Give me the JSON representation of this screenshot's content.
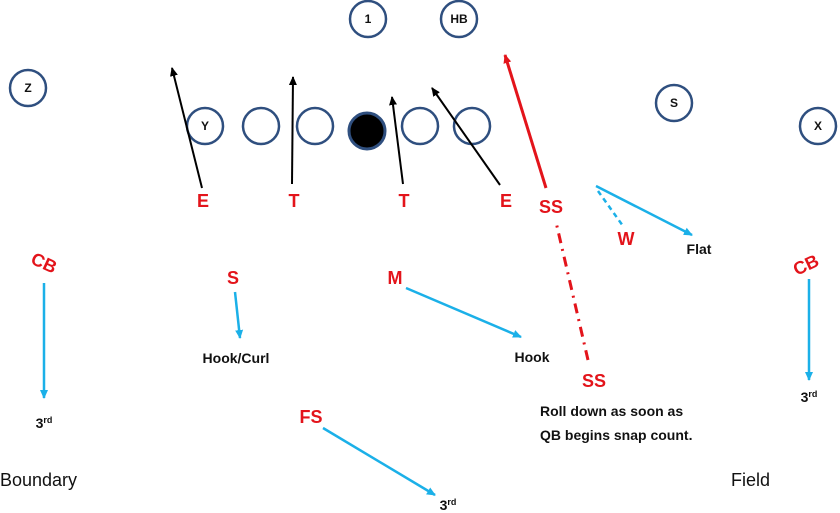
{
  "offense": {
    "qb": "1",
    "hb": "HB",
    "z": "Z",
    "y": "Y",
    "s": "S",
    "x": "X"
  },
  "defense": {
    "e_left": "E",
    "t_left": "T",
    "t_right": "T",
    "e_right": "E",
    "ss_top": "SS",
    "w": "W",
    "cb_left": "CB",
    "s": "S",
    "m": "M",
    "cb_right": "CB",
    "ss_bottom": "SS",
    "fs": "FS"
  },
  "zones": {
    "flat": "Flat",
    "hook_curl": "Hook/Curl",
    "hook": "Hook",
    "third_left": "3",
    "third_right": "3",
    "third_deep": "3",
    "third_sup": "rd"
  },
  "note": {
    "line1": "Roll down as soon as",
    "line2": "QB begins snap count."
  },
  "sides": {
    "boundary": "Boundary",
    "field": "Field"
  },
  "colors": {
    "defense": "#e3141b",
    "coverage_arrow": "#1bb0e8",
    "circle_stroke": "#2f4f7f"
  }
}
